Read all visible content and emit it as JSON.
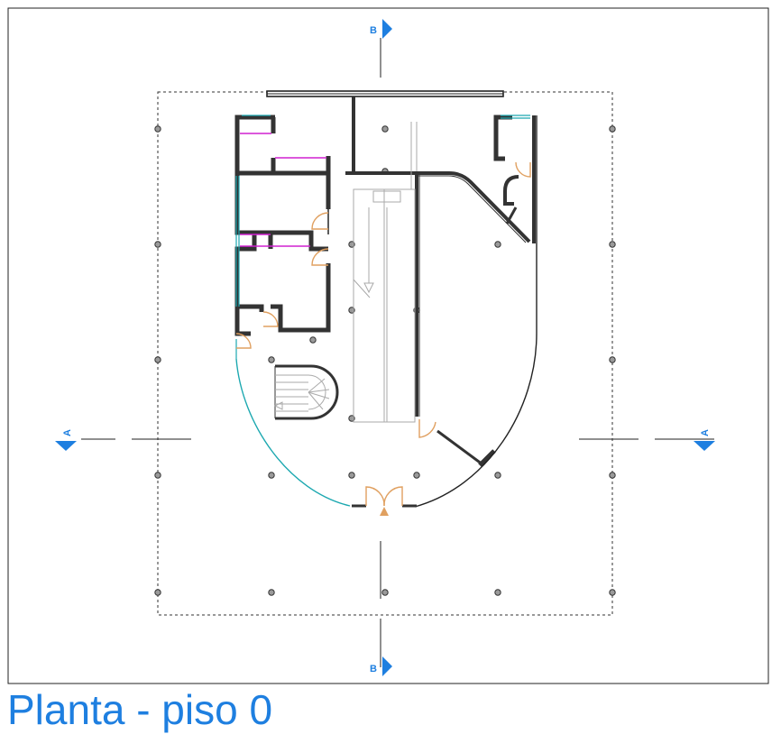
{
  "drawing": {
    "title": "Planta - piso 0",
    "section_b_label": "B",
    "section_a_label": "A",
    "colors": {
      "annotation_blue": "#1e7fe0",
      "wall_dark": "#333333",
      "glass_cyan": "#1ca8b0",
      "partition_magenta": "#d020d0",
      "door_orange": "#e0a060",
      "pillar_gray": "#9a9a9a",
      "stair_gray": "#aaaaaa"
    },
    "icons": {
      "section_marker": "section-cut-arrow-icon",
      "entry_marker": "entrance-arrow-icon"
    }
  }
}
